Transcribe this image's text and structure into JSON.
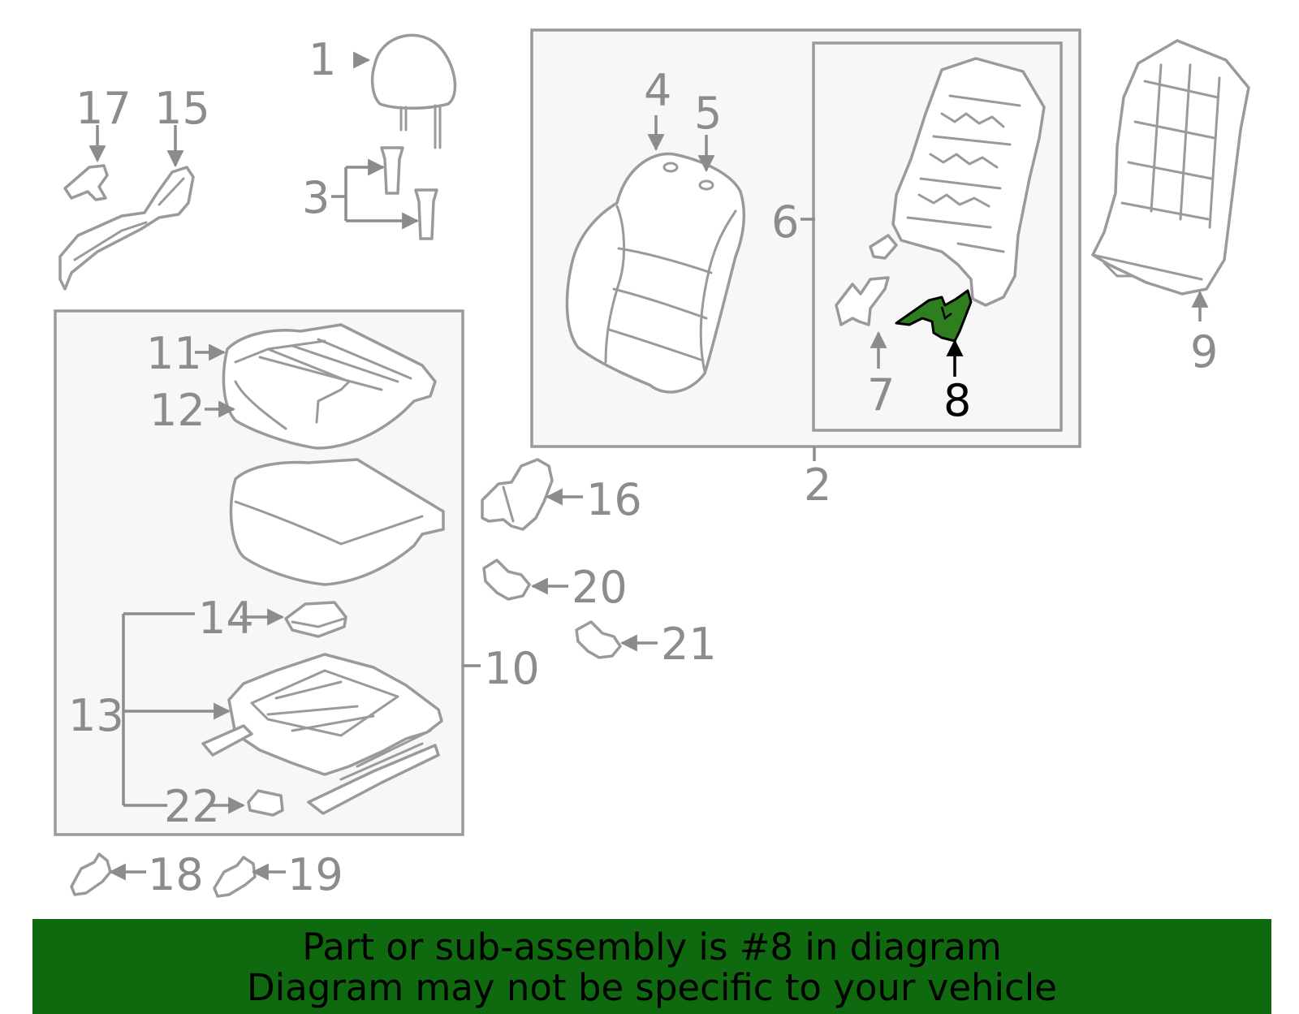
{
  "diagram": {
    "labels": {
      "p1": "1",
      "p2": "2",
      "p3": "3",
      "p4": "4",
      "p5": "5",
      "p6": "6",
      "p7": "7",
      "p8": "8",
      "p9": "9",
      "p10": "10",
      "p11": "11",
      "p12": "12",
      "p13": "13",
      "p14": "14",
      "p15": "15",
      "p16": "16",
      "p17": "17",
      "p18": "18",
      "p19": "19",
      "p20": "20",
      "p21": "21",
      "p22": "22"
    },
    "highlight_color": "#2e7d1e",
    "label_color": "#8c8c8c"
  },
  "banner": {
    "line1": "Part or sub-assembly is #8 in diagram",
    "line2": "Diagram may not be specific to your vehicle",
    "background": "#0f6a0f"
  }
}
